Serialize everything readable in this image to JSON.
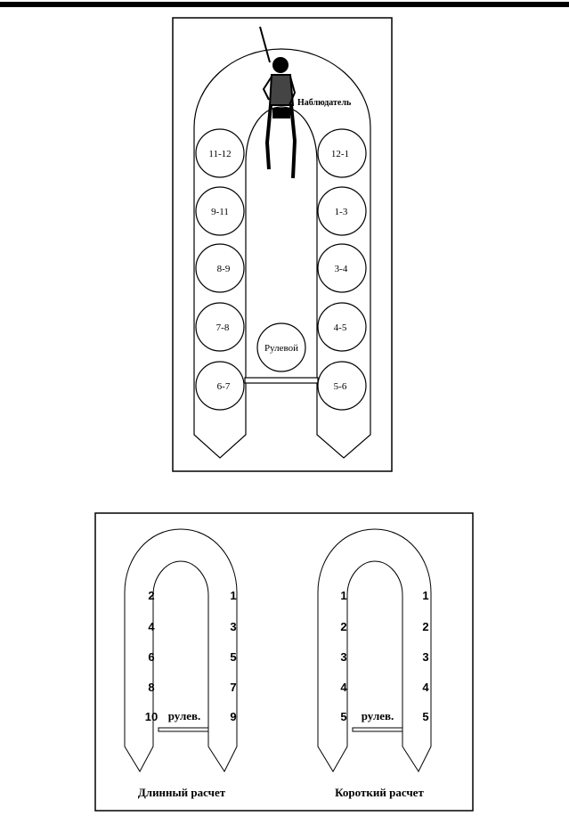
{
  "figure1": {
    "observer_label": "Наблюдатель",
    "helmsman_label": "Рулевой",
    "left_sectors": [
      "11-12",
      "9-11",
      "8-9",
      "7-8",
      "6-7"
    ],
    "right_sectors": [
      "12-1",
      "1-3",
      "3-4",
      "4-5",
      "5-6"
    ]
  },
  "figure2": {
    "long_crew": {
      "caption": "Длинный расчет",
      "left_numbers": [
        "2",
        "4",
        "6",
        "8",
        "10"
      ],
      "right_numbers": [
        "1",
        "3",
        "5",
        "7",
        "9"
      ],
      "helm_label": "рулев."
    },
    "short_crew": {
      "caption": "Короткий расчет",
      "left_numbers": [
        "1",
        "2",
        "3",
        "4",
        "5"
      ],
      "right_numbers": [
        "1",
        "2",
        "3",
        "4",
        "5"
      ],
      "helm_label": "рулев."
    }
  }
}
